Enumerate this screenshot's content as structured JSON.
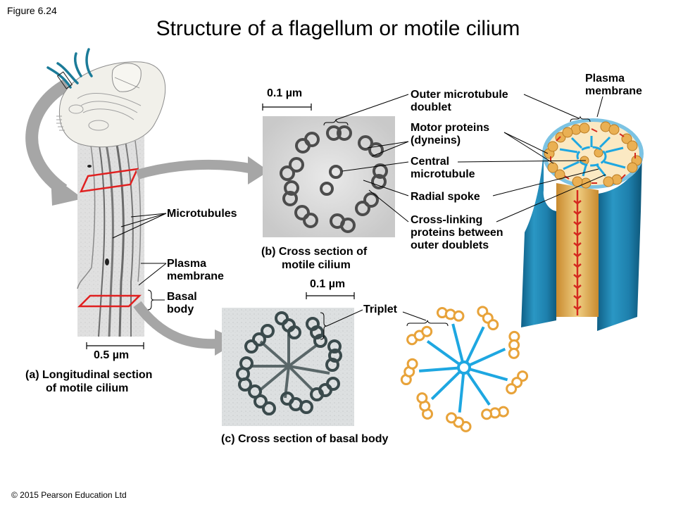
{
  "figure_number": "Figure 6.24",
  "title": "Structure of a flagellum or motile cilium",
  "panel_a": {
    "caption_line1": "(a) Longitudinal section",
    "caption_line2": "of motile cilium",
    "scale_bar": "0.5 µm",
    "labels": {
      "microtubules": "Microtubules",
      "plasma_membrane_1": "Plasma",
      "plasma_membrane_2": "membrane",
      "basal_body_1": "Basal",
      "basal_body_2": "body"
    }
  },
  "panel_b": {
    "caption_line1": "(b) Cross section of",
    "caption_line2": "motile cilium",
    "scale_bar": "0.1 µm",
    "labels": {
      "outer_doublet_1": "Outer microtubule",
      "outer_doublet_2": "doublet",
      "motor_1": "Motor proteins",
      "motor_2": "(dyneins)",
      "central_1": "Central",
      "central_2": "microtubule",
      "radial_spoke": "Radial spoke",
      "crosslink_1": "Cross-linking",
      "crosslink_2": "proteins between",
      "crosslink_3": "outer doublets",
      "plasma_membrane_1": "Plasma",
      "plasma_membrane_2": "membrane"
    }
  },
  "panel_c": {
    "caption": "(c) Cross section of basal body",
    "scale_bar": "0.1 µm",
    "labels": {
      "triplet": "Triplet"
    }
  },
  "colors": {
    "cilium_blue": "#1f7fa8",
    "spoke_blue": "#1ea7e1",
    "tubule_orange": "#e8a33a",
    "tubule_fill": "#fbe3a8",
    "dynein_red": "#d42a1f",
    "section_red": "#e02020",
    "arrow_gray": "#a6a6a6"
  },
  "copyright": "© 2015 Pearson Education Ltd"
}
